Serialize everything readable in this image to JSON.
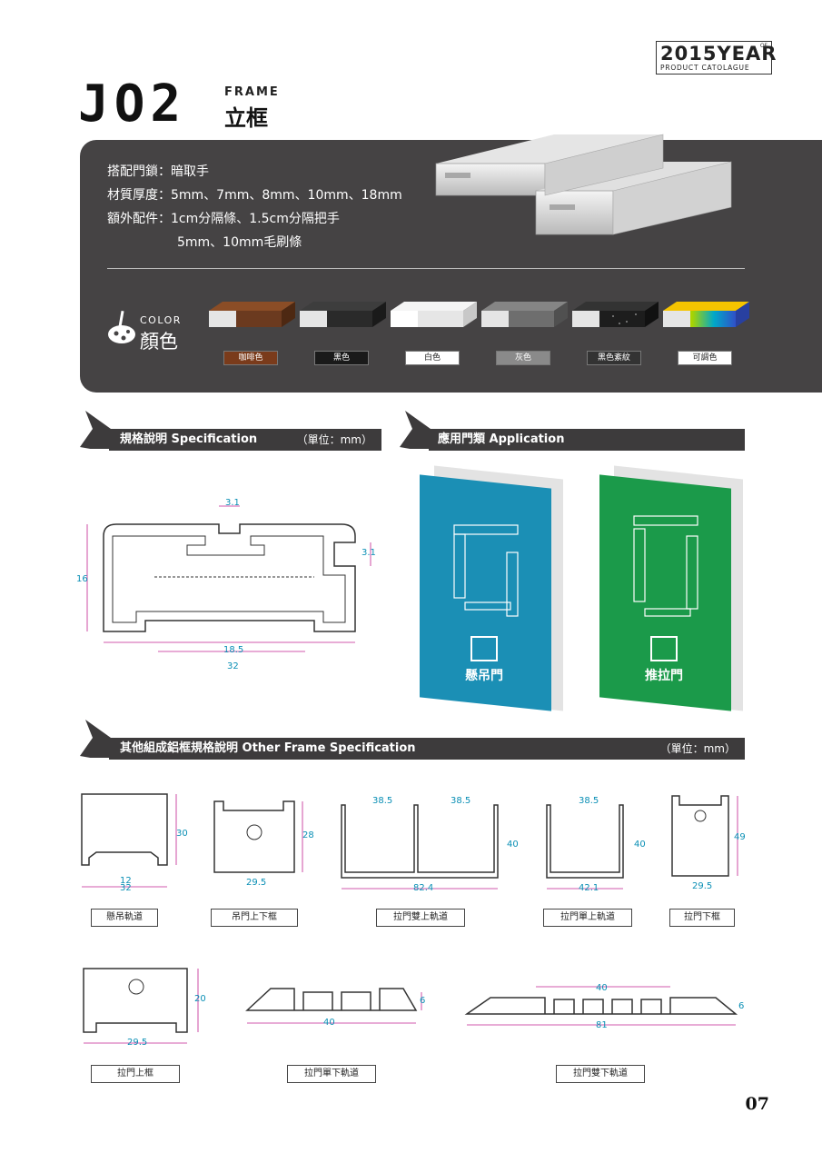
{
  "header": {
    "year": "2015YEAR",
    "of": "OF",
    "catalogue": "PRODUCT CATOLAGUE"
  },
  "title": {
    "code": "JO2",
    "en": "FRAME",
    "zh": "立框"
  },
  "specs": [
    "搭配門鎖：暗取手",
    "材質厚度：5mm、7mm、8mm、10mm、18mm",
    "額外配件：1cm分隔條、1.5cm分隔把手",
    "5mm、10mm毛刷條"
  ],
  "colors": {
    "en": "COLOR",
    "zh": "顏色",
    "items": [
      {
        "label": "咖啡色",
        "swatch": "#6b3a1f",
        "label_bg": "#7a3b1b",
        "label_fg": "#ffffff"
      },
      {
        "label": "黑色",
        "swatch": "#2a2a2a",
        "label_bg": "#1a1a1a",
        "label_fg": "#ffffff"
      },
      {
        "label": "白色",
        "swatch": "#e8e8e8",
        "label_bg": "#ffffff",
        "label_fg": "#222222"
      },
      {
        "label": "灰色",
        "swatch": "#6e6e6e",
        "label_bg": "#8a8a8a",
        "label_fg": "#ffffff"
      },
      {
        "label": "黑色紊紋",
        "swatch": "#1d1d1d",
        "label_bg": "#333333",
        "label_fg": "#ffffff"
      },
      {
        "label": "可調色",
        "swatch": "#e3b400",
        "label_bg": "#ffffff",
        "label_fg": "#222222"
      }
    ]
  },
  "sections": {
    "spec": {
      "title": "規格說明 Specification",
      "unit": "（單位：mm）"
    },
    "app": {
      "title": "應用門類 Application"
    },
    "other": {
      "title": "其他組成鋁框規格說明 Other Frame Specification",
      "unit": "（單位：mm）"
    }
  },
  "main_dims": {
    "top": "3.1",
    "right": "3.1",
    "height": "16",
    "inner": "18.5",
    "width": "32"
  },
  "applications": [
    {
      "label": "懸吊門",
      "color": "#1b8fb5"
    },
    {
      "label": "推拉門",
      "color": "#1b9a4a"
    }
  ],
  "frames_row1": [
    {
      "name": "懸吊軌道",
      "dims": [
        "30",
        "12",
        "32"
      ]
    },
    {
      "name": "吊門上下框",
      "dims": [
        "28",
        "29.5"
      ]
    },
    {
      "name": "拉門雙上軌道",
      "dims": [
        "38.5",
        "38.5",
        "40",
        "82.4"
      ]
    },
    {
      "name": "拉門單上軌道",
      "dims": [
        "38.5",
        "40",
        "42.1"
      ]
    },
    {
      "name": "拉門下框",
      "dims": [
        "49",
        "29.5"
      ]
    }
  ],
  "frames_row2": [
    {
      "name": "拉門上框",
      "dims": [
        "20",
        "29.5"
      ]
    },
    {
      "name": "拉門單下軌道",
      "dims": [
        "6",
        "40"
      ]
    },
    {
      "name": "拉門雙下軌道",
      "dims": [
        "40",
        "6",
        "81"
      ]
    }
  ],
  "page_number": "07"
}
